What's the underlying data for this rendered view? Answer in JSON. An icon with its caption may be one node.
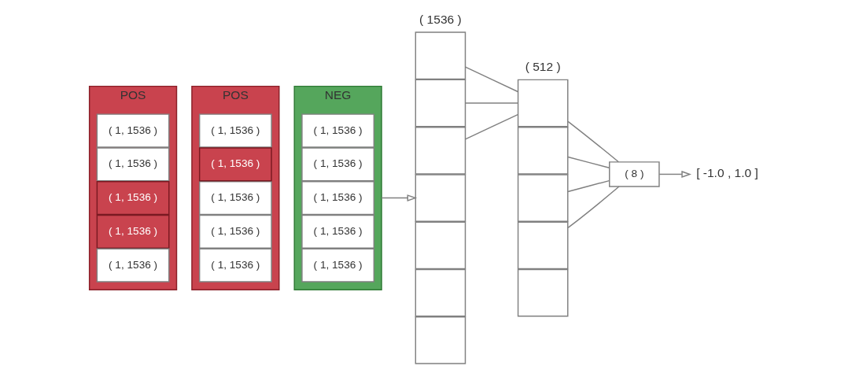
{
  "diagram": {
    "nodes": [
      {
        "text": [
          "POS"
        ]
      },
      {
        "text": [
          "( 1, 1536 )"
        ],
        "in": 0
      },
      {
        "text": [
          "( 1, 1536 )"
        ],
        "in": 0
      },
      {
        "text": [
          "( 1, 1536 )"
        ],
        "in": 0
      },
      {
        "text": [
          "( 1, 1536 )"
        ],
        "in": 0
      },
      {
        "text": [
          "( 1, 1536 )"
        ],
        "in": 0
      },
      {
        "text": [
          "POS"
        ]
      },
      {
        "text": [
          "( 1, 1536 )"
        ],
        "in": 6
      },
      {
        "text": [
          "( 1, 1536 )"
        ],
        "in": 6
      },
      {
        "text": [
          "( 1, 1536 )"
        ],
        "in": 6
      },
      {
        "text": [
          "( 1, 1536 )"
        ],
        "in": 6
      },
      {
        "text": [
          "( 1, 1536 )"
        ],
        "in": 6
      },
      {
        "text": [
          "NEG"
        ]
      },
      {
        "text": [
          "( 1, 1536 )"
        ],
        "in": 12
      },
      {
        "text": [
          "( 1, 1536 )"
        ],
        "in": 12
      },
      {
        "text": [
          "( 1, 1536 )"
        ],
        "in": 12
      },
      {
        "text": [
          "( 1, 1536 )"
        ],
        "in": 12
      },
      {
        "text": [
          "( 1, 1536 )"
        ],
        "in": 12
      },
      {
        "text": [],
        "shape": "box"
      },
      {
        "text": [],
        "shape": "box"
      },
      {
        "text": [],
        "shape": "box"
      },
      {
        "text": [],
        "shape": "box"
      },
      {
        "text": [],
        "shape": "box"
      },
      {
        "text": [],
        "shape": "box"
      },
      {
        "text": [],
        "shape": "box"
      },
      {
        "text": [],
        "shape": "box"
      },
      {
        "text": [],
        "shape": "box"
      },
      {
        "text": [],
        "shape": "box"
      },
      {
        "text": [],
        "shape": "box"
      },
      {
        "text": [],
        "shape": "box"
      },
      {
        "text": [
          "( 8 )"
        ]
      },
      {
        "text": [
          "[ -1.0 , 1.0 ]"
        ]
      }
    ],
    "edges": [
      {
        "from": 12,
        "to": 21,
        "arrow": "to"
      },
      {
        "from": 18,
        "to": 25,
        "arrow": "none"
      },
      {
        "from": 19,
        "to": 25,
        "arrow": "none"
      },
      {
        "from": 20,
        "to": 25,
        "arrow": "none"
      },
      {
        "from": 25,
        "to": 30,
        "arrow": "none"
      },
      {
        "from": 26,
        "to": 30,
        "arrow": "none"
      },
      {
        "from": 27,
        "to": 30,
        "arrow": "none"
      },
      {
        "from": 28,
        "to": 30,
        "arrow": "none"
      },
      {
        "from": 30,
        "to": 31,
        "arrow": "to"
      }
    ],
    "labels": [
      "( 1536 )",
      "( 512 )"
    ]
  }
}
